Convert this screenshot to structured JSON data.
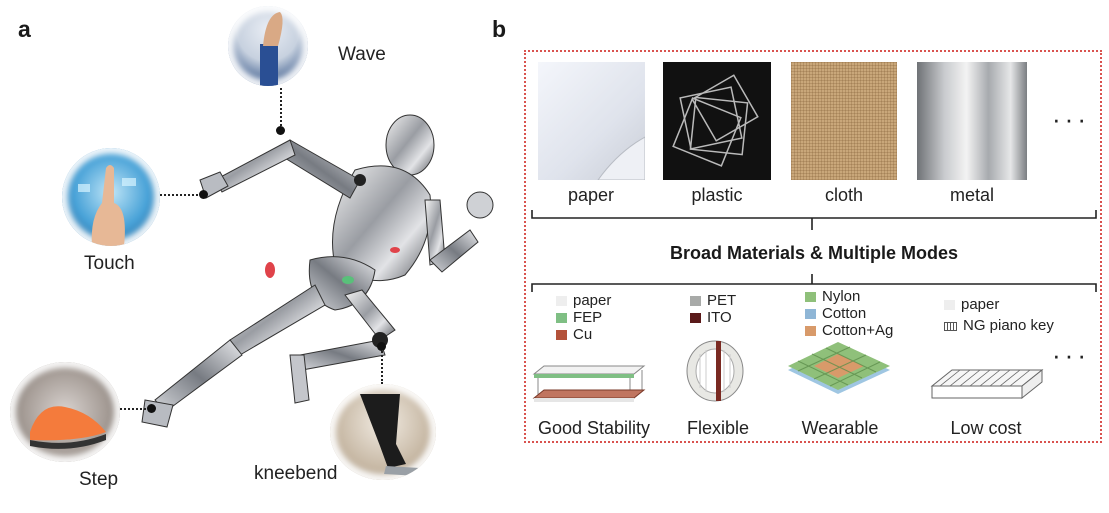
{
  "panel_a": {
    "letter": "a",
    "labels": {
      "wave": "Wave",
      "touch": "Touch",
      "step": "Step",
      "kneebend": "kneebend"
    }
  },
  "panel_b": {
    "letter": "b",
    "materials": [
      {
        "label": "paper"
      },
      {
        "label": "plastic"
      },
      {
        "label": "cloth"
      },
      {
        "label": "metal"
      }
    ],
    "materials_more": "···",
    "center_title": "Broad Materials & Multiple Modes",
    "legends": {
      "good_stability": [
        {
          "label": "paper",
          "color": "#eeeeee"
        },
        {
          "label": "FEP",
          "color": "#7fbf84"
        },
        {
          "label": "Cu",
          "color": "#b4523a"
        }
      ],
      "flexible": [
        {
          "label": "PET",
          "color": "#a8aaa8"
        },
        {
          "label": "ITO",
          "color": "#5a1a1a"
        }
      ],
      "wearable": [
        {
          "label": "Nylon",
          "color": "#8fc07a"
        },
        {
          "label": "Cotton",
          "color": "#8fb6d6"
        },
        {
          "label": "Cotton+Ag",
          "color": "#d89a6a"
        }
      ],
      "low_cost": [
        {
          "label": "paper",
          "color": "#eeeeee"
        },
        {
          "label": "NG piano key",
          "color": "#ffffff"
        }
      ]
    },
    "modes": [
      {
        "label": "Good Stability"
      },
      {
        "label": "Flexible"
      },
      {
        "label": "Wearable"
      },
      {
        "label": "Low cost"
      }
    ],
    "modes_more": "···",
    "accent_border_color": "#d9534f"
  }
}
